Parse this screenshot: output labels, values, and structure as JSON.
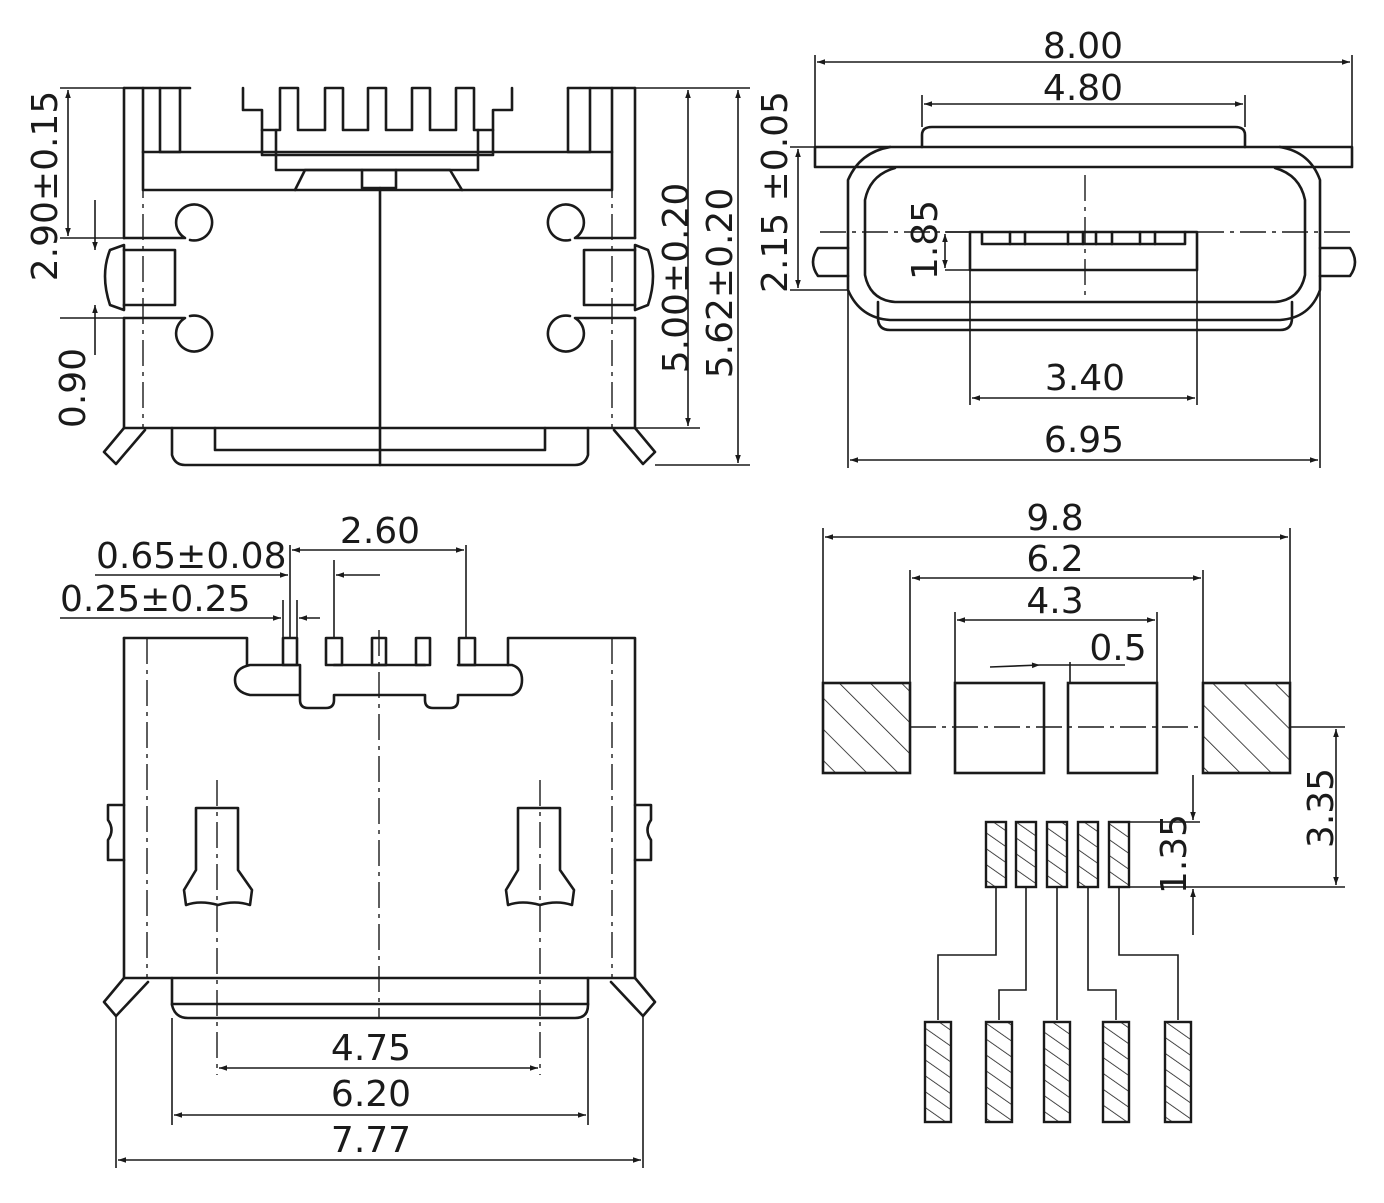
{
  "views": {
    "side": {
      "dim_tab_height": "2.90±0.15",
      "dim_tab_width": "0.90",
      "dim_height": "5.00±0.20",
      "dim_overall_height": "5.62±0.20"
    },
    "front": {
      "dim_flange_width": "8.00",
      "dim_top_width": "4.80",
      "dim_flange_offset": "2.15 ±0.05",
      "dim_opening_height": "1.85",
      "dim_opening_width": "3.40",
      "dim_body_width": "6.95"
    },
    "top": {
      "dim_pin_width": "0.65±0.08",
      "dim_pin_span": "2.60",
      "dim_pin_offset": "0.25±0.25",
      "dim_peg_span": "4.75",
      "dim_front_width": "6.20",
      "dim_overall_width": "7.77"
    },
    "footprint": {
      "dim_overall": "9.8",
      "dim_inner": "6.2",
      "dim_center": "4.3",
      "dim_gap": "0.5",
      "dim_pad_offset": "3.35",
      "dim_pin_length": "1.35"
    }
  },
  "colors": {
    "line": "#1a1a1a",
    "background": "#ffffff"
  }
}
